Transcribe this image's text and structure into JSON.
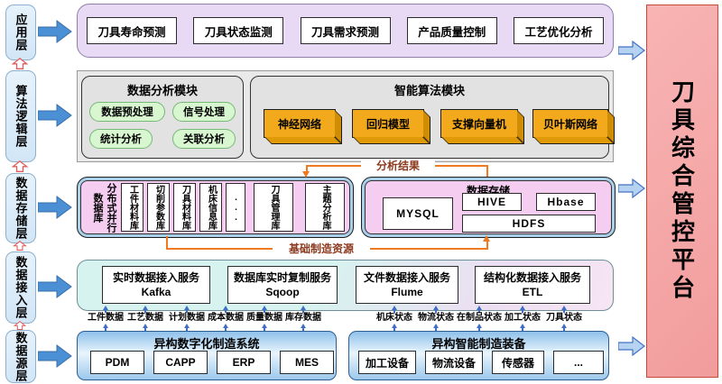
{
  "platform_title": "刀具综合管控平台",
  "layers": {
    "app": {
      "label": "应用层",
      "items": [
        "刀具寿命预测",
        "刀具状态监测",
        "刀具需求预测",
        "产品质量控制",
        "工艺优化分析"
      ]
    },
    "algo": {
      "label": "算法逻辑层",
      "analysis": {
        "title": "数据分析模块",
        "items": [
          "数据预处理",
          "信号处理",
          "统计分析",
          "关联分析"
        ]
      },
      "intelligent": {
        "title": "智能算法模块",
        "items": [
          "神经网络",
          "回归模型",
          "支撑向量机",
          "贝叶斯网络"
        ]
      }
    },
    "storage": {
      "label": "数据存储层",
      "parallel_db": "分布式并行数据库",
      "databases": [
        "工件材料库",
        "切削参数库",
        "刀具材料库",
        "机床信息库",
        "...",
        "刀具管理库",
        "主题分析库"
      ],
      "store": {
        "title": "数据存储",
        "engines": [
          "MYSQL",
          "HIVE",
          "Hbase",
          "HDFS"
        ]
      },
      "flows": {
        "analysis_result": "分析结果",
        "basic_resource": "基础制造资源"
      }
    },
    "access": {
      "label": "数据接入层",
      "services": [
        {
          "name": "实时数据接入服务",
          "tech": "Kafka"
        },
        {
          "name": "数据库实时复制服务",
          "tech": "Sqoop"
        },
        {
          "name": "文件数据接入服务",
          "tech": "Flume"
        },
        {
          "name": "结构化数据接入服务",
          "tech": "ETL"
        }
      ],
      "left_labels": [
        "工件数据",
        "工艺数据",
        "计划数据",
        "成本数据",
        "质量数据",
        "库存数据"
      ],
      "right_labels": [
        "机床状态",
        "物流状态",
        "在制品状态",
        "加工状态",
        "刀具状态"
      ]
    },
    "source": {
      "label": "数据源层",
      "systems": {
        "title": "异构数字化制造系统",
        "items": [
          "PDM",
          "CAPP",
          "ERP",
          "MES"
        ]
      },
      "equipment": {
        "title": "异构智能制造装备",
        "items": [
          "加工设备",
          "物流设备",
          "传感器",
          "..."
        ]
      }
    }
  },
  "colors": {
    "app_band": "#e8daf4",
    "algo_band": "#e9e9e9",
    "storage_outer": "#a9cfe9",
    "storage_inner": "#f5cdf1",
    "access_band_cyan": "#d7f3ef",
    "green_pill": "#d8f6d0",
    "cube_orange": "#f3a91c",
    "flow_orange": "#f07a20",
    "red_panel": "#f5a9a9",
    "arrow_blue": "#4b8fd5"
  }
}
